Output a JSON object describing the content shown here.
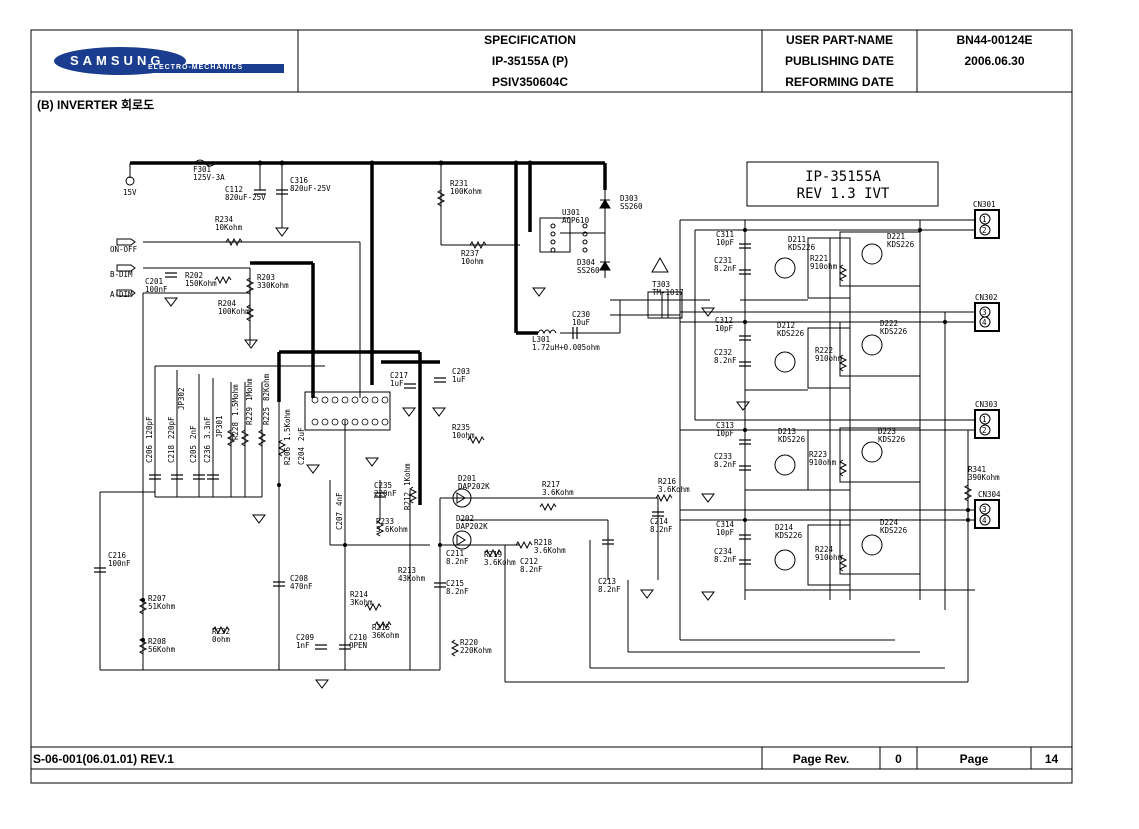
{
  "header": {
    "logo_main": "SAMSUNG",
    "logo_sub": "ELECTRO-MECHANICS",
    "col1": [
      "SPECIFICATION",
      "IP-35155A (P)",
      "PSIV350604C"
    ],
    "col2": [
      "USER PART-NAME",
      "PUBLISHING DATE",
      "REFORMING DATE"
    ],
    "col3": [
      "BN44-00124E",
      "2006.06.30",
      ""
    ]
  },
  "section_title": "(B) INVERTER 회로도",
  "diagram": {
    "title_lines": [
      "IP-35155A",
      "REV 1.3 IVT"
    ],
    "inputs": [
      "15V",
      "ON-OFF",
      "B-DIM",
      "A-DIM"
    ],
    "connectors": [
      {
        "name": "CN301",
        "pins": [
          "1",
          "2"
        ]
      },
      {
        "name": "CN302",
        "pins": [
          "3",
          "4"
        ]
      },
      {
        "name": "CN303",
        "pins": [
          "1",
          "2"
        ]
      },
      {
        "name": "CN304",
        "pins": [
          "3",
          "4"
        ]
      }
    ],
    "components": [
      {
        "ref": "F301",
        "value": "125V-3A"
      },
      {
        "ref": "C112",
        "value": "820uF-25V"
      },
      {
        "ref": "C316",
        "value": "820uF-25V"
      },
      {
        "ref": "R231",
        "value": "100Kohm"
      },
      {
        "ref": "D303",
        "value": "SS260"
      },
      {
        "ref": "U301",
        "value": "AOP610"
      },
      {
        "ref": "D304",
        "value": "SS260"
      },
      {
        "ref": "R234",
        "value": "10Kohm"
      },
      {
        "ref": "R237",
        "value": "10ohm"
      },
      {
        "ref": "T303",
        "value": "TM-1017"
      },
      {
        "ref": "R202",
        "value": "150Kohm"
      },
      {
        "ref": "C201",
        "value": "100nF"
      },
      {
        "ref": "R203",
        "value": "330Kohm"
      },
      {
        "ref": "R204",
        "value": "100Kohm"
      },
      {
        "ref": "C230",
        "value": "10uF"
      },
      {
        "ref": "L301",
        "value": "1.72uH+0.005ohm"
      },
      {
        "ref": "C217",
        "value": "1uF"
      },
      {
        "ref": "C203",
        "value": "1uF"
      },
      {
        "ref": "R235",
        "value": "10ohm"
      },
      {
        "ref": "C206",
        "value": "120pF"
      },
      {
        "ref": "C218",
        "value": "220pF"
      },
      {
        "ref": "C205",
        "value": "2nF"
      },
      {
        "ref": "C236",
        "value": "3.3nF"
      },
      {
        "ref": "JP302",
        "value": ""
      },
      {
        "ref": "JP301",
        "value": ""
      },
      {
        "ref": "R228",
        "value": "1.5Mohm"
      },
      {
        "ref": "R229",
        "value": "1Mohm"
      },
      {
        "ref": "R225",
        "value": "82Kohm"
      },
      {
        "ref": "R206",
        "value": "1.5Kohm"
      },
      {
        "ref": "C204",
        "value": "2uF"
      },
      {
        "ref": "C235",
        "value": "220nF"
      },
      {
        "ref": "R233",
        "value": "3.6Kohm"
      },
      {
        "ref": "C207",
        "value": "4nF"
      },
      {
        "ref": "R212",
        "value": "1Kohm"
      },
      {
        "ref": "D201",
        "value": "DAP202K"
      },
      {
        "ref": "D202",
        "value": "DAP202K"
      },
      {
        "ref": "R217",
        "value": "3.6Kohm"
      },
      {
        "ref": "R216",
        "value": "3.6Kohm"
      },
      {
        "ref": "C214",
        "value": "8.2nF"
      },
      {
        "ref": "R218",
        "value": "3.6Kohm"
      },
      {
        "ref": "R219",
        "value": "3.6Kohm"
      },
      {
        "ref": "C211",
        "value": "8.2nF"
      },
      {
        "ref": "C212",
        "value": "8.2nF"
      },
      {
        "ref": "C213",
        "value": "8.2nF"
      },
      {
        "ref": "C216",
        "value": "100nF"
      },
      {
        "ref": "R207",
        "value": "51Kohm"
      },
      {
        "ref": "R208",
        "value": "56Kohm"
      },
      {
        "ref": "R232",
        "value": "0ohm"
      },
      {
        "ref": "C208",
        "value": "470nF"
      },
      {
        "ref": "R214",
        "value": "3Kohm"
      },
      {
        "ref": "R215",
        "value": "36Kohm"
      },
      {
        "ref": "C209",
        "value": "1nF"
      },
      {
        "ref": "C210",
        "value": "OPEN"
      },
      {
        "ref": "R213",
        "value": "43Kohm"
      },
      {
        "ref": "C215",
        "value": "8.2nF"
      },
      {
        "ref": "R220",
        "value": "220Kohm"
      },
      {
        "ref": "C311",
        "value": "10pF"
      },
      {
        "ref": "C231",
        "value": "8.2nF"
      },
      {
        "ref": "D211",
        "value": "KDS226"
      },
      {
        "ref": "D221",
        "value": "KDS226"
      },
      {
        "ref": "R221",
        "value": "910ohm"
      },
      {
        "ref": "C312",
        "value": "10pF"
      },
      {
        "ref": "C232",
        "value": "8.2nF"
      },
      {
        "ref": "D212",
        "value": "KDS226"
      },
      {
        "ref": "D222",
        "value": "KDS226"
      },
      {
        "ref": "R222",
        "value": "910ohm"
      },
      {
        "ref": "C313",
        "value": "10pF"
      },
      {
        "ref": "C233",
        "value": "8.2nF"
      },
      {
        "ref": "D213",
        "value": "KDS226"
      },
      {
        "ref": "D223",
        "value": "KDS226"
      },
      {
        "ref": "R223",
        "value": "910ohm"
      },
      {
        "ref": "R341",
        "value": "390Kohm"
      },
      {
        "ref": "C314",
        "value": "10pF"
      },
      {
        "ref": "C234",
        "value": "8.2nF"
      },
      {
        "ref": "D214",
        "value": "KDS226"
      },
      {
        "ref": "D224",
        "value": "KDS226"
      },
      {
        "ref": "R224",
        "value": "910ohm"
      }
    ]
  },
  "footer": {
    "doc_code": "S-06-001(06.01.01) REV.1",
    "page_rev_label": "Page Rev.",
    "page_rev_value": "0",
    "page_label": "Page",
    "page_value": "14"
  }
}
